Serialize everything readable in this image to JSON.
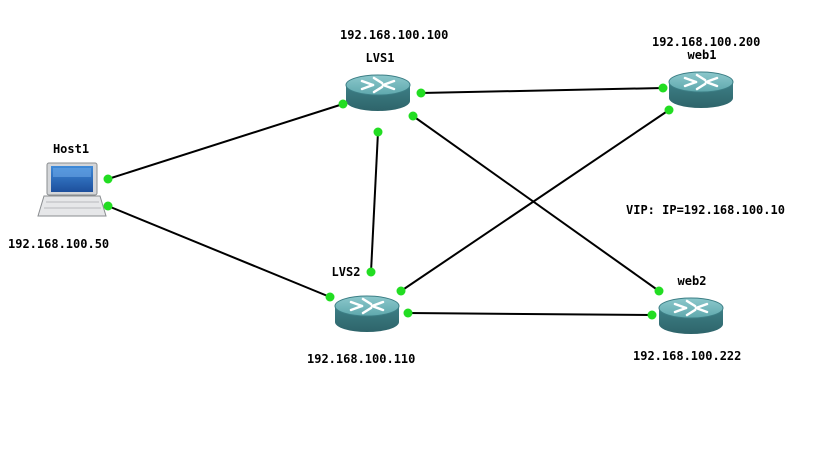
{
  "nodes": {
    "host1": {
      "name": "Host1",
      "ip": "192.168.100.50"
    },
    "lvs1": {
      "name": "LVS1",
      "ip": "192.168.100.100"
    },
    "lvs2": {
      "name": "LVS2",
      "ip": "192.168.100.110"
    },
    "web1": {
      "name": "web1",
      "ip": "192.168.100.200"
    },
    "web2": {
      "name": "web2",
      "ip": "192.168.100.222"
    }
  },
  "vip_note": "VIP: IP=192.168.100.10",
  "colors": {
    "link": "#000000",
    "port": "#22dd22",
    "router_top": "#5fa8ad",
    "router_side": "#3d7f86",
    "router_symbol": "#ffffff"
  },
  "links": [
    [
      "host1",
      "lvs1"
    ],
    [
      "host1",
      "lvs2"
    ],
    [
      "lvs1",
      "web1"
    ],
    [
      "lvs1",
      "lvs2"
    ],
    [
      "lvs1",
      "web2"
    ],
    [
      "lvs2",
      "web1"
    ],
    [
      "lvs2",
      "web2"
    ]
  ]
}
